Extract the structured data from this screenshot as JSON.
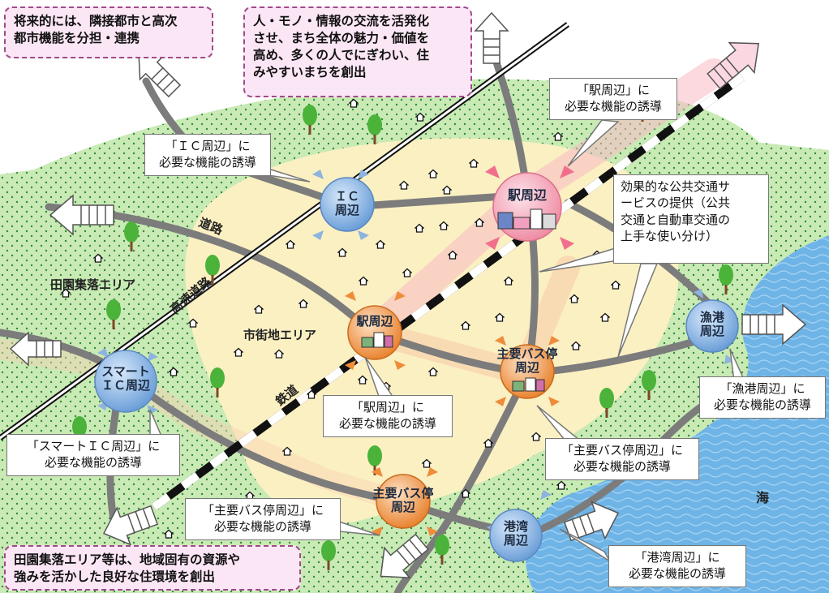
{
  "notes": {
    "top_left": "将来的には、隣接都市と高次\n都市機能を分担・連携",
    "top_center": "人・モノ・情報の交流を活発化\nさせ、まち全体の魅力・価値を\n高め、多くの人でにぎわい、住\nみやすいまちを創出",
    "bottom_left": "田園集落エリア等は、地域固有の資源や\n強みを活かした良好な住環境を創出"
  },
  "callouts": {
    "ic": "「ＩＣ周辺」に\n必要な機能の誘導",
    "station_main": "「駅周辺」に\n必要な機能の誘導",
    "transit": "効果的な公共交通サ\nービスの提供（公共\n交通と自動車交通の\n上手な使い分け）",
    "station_center": "「駅周辺」に\n必要な機能の誘導",
    "fishing_port": "「漁港周辺」に\n必要な機能の誘導",
    "smart_ic": "「スマートＩＣ周辺」に\n必要な機能の誘導",
    "bus_stop_right": "「主要バス停周辺」に\n必要な機能の誘導",
    "bus_stop_bottom": "「主要バス停周辺」に\n必要な機能の誘導",
    "harbor": "「港湾周辺」に\n必要な機能の誘導"
  },
  "nodes": {
    "ic": "ＩＣ\n周辺",
    "station_main": "駅周辺",
    "station_center": "駅周辺",
    "bus_stop_center": "主要バス停\n周辺",
    "bus_stop_bottom": "主要バス停\n周辺",
    "smart_ic": "スマート\nＩＣ周辺",
    "fishing_port": "漁港\n周辺",
    "harbor": "港湾\n周辺"
  },
  "labels": {
    "road": "道路",
    "expressway": "高速道路",
    "railway": "鉄道",
    "rural_area": "田園集落エリア",
    "urban_area": "市街地エリア",
    "sea": "海"
  },
  "colors": {
    "sea": "#6fb4e6",
    "rural_green": "#c7e8b3",
    "urban_yellow": "#fbefbf",
    "road": "#7e7e7e",
    "node_blue": "#7aa8dc",
    "node_pink": "#f4a3b3",
    "node_orange": "#ef9040",
    "note_pink": "#fbe6f5"
  }
}
